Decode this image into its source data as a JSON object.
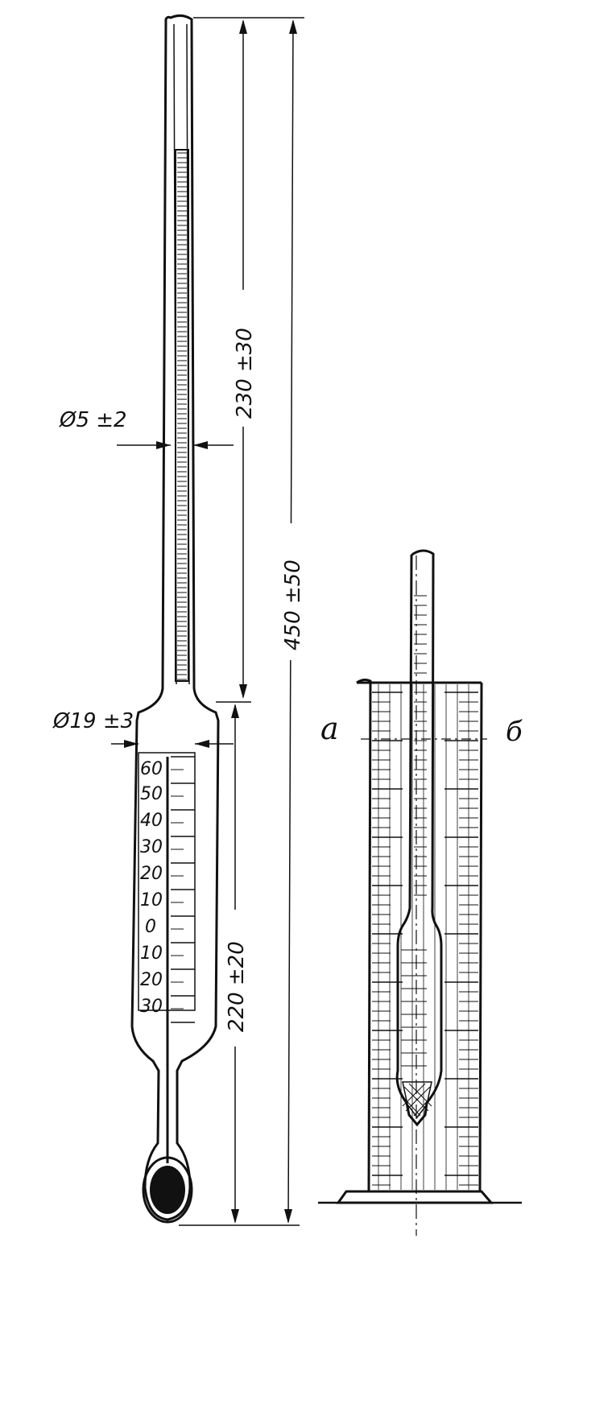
{
  "dimensions": {
    "total_length": "450 ±50",
    "upper_length": "230 ±30",
    "lower_length": "220 ±20",
    "stem_diameter": "Ø5 ±2",
    "body_diameter": "Ø19 ±3"
  },
  "scale_labels": [
    "60",
    "50",
    "40",
    "30",
    "20",
    "10",
    "0",
    "10",
    "20",
    "30"
  ],
  "figure_labels": {
    "a": "a",
    "b": "б"
  }
}
